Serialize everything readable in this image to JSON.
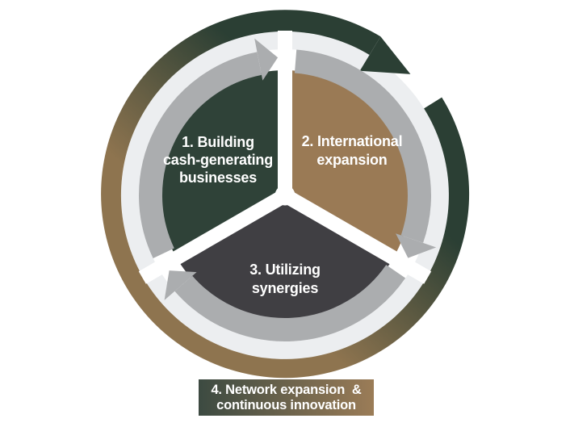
{
  "page": {
    "background": "#FFFFFF"
  },
  "diagram": {
    "type": "cycle-diagram",
    "segments": [
      {
        "step": "1",
        "label": "1. Building cash-generating businesses",
        "lines": [
          "1. Building",
          "cash-generating",
          "businesses"
        ],
        "color": "#2F4238",
        "text_color": "#FFFFFF"
      },
      {
        "step": "2",
        "label": "2. International expansion",
        "lines": [
          "2. International",
          "expansion"
        ],
        "color": "#9A7A55",
        "text_color": "#FFFFFF"
      },
      {
        "step": "3",
        "label": "3. Utilizing synergies",
        "lines": [
          "3. Utilizing",
          "synergies"
        ],
        "color": "#403F43",
        "text_color": "#FFFFFF"
      }
    ],
    "caption": {
      "label": "4. Network expansion  & continuous innovation",
      "lines": [
        "4. Network expansion  &",
        "continuous innovation"
      ],
      "gradient_left": "#3C4A41",
      "gradient_right": "#9B7C57",
      "text_color": "#FFFFFF"
    },
    "colors": {
      "ring_green": "#2B3F34",
      "ring_brown": "#8E744F",
      "inner_arrow_gray": "#ABADAF",
      "track_ring": "#ECEEF0",
      "divider": "#FFFFFF"
    }
  }
}
